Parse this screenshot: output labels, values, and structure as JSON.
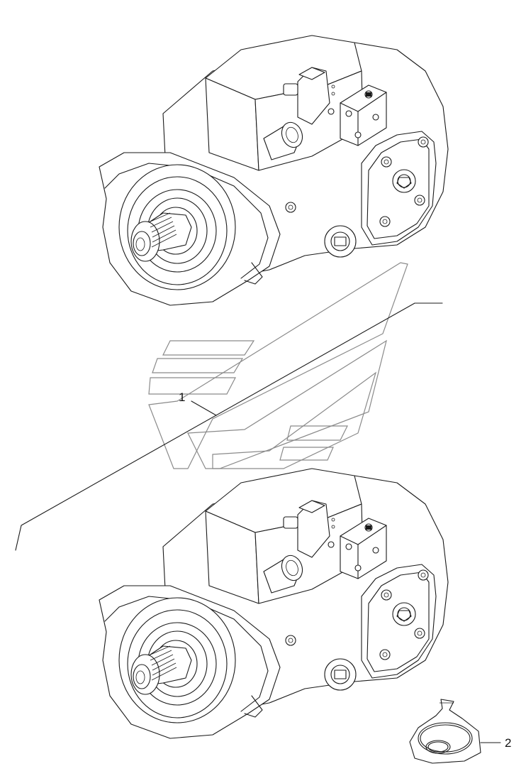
{
  "diagram": {
    "callouts": [
      {
        "id": "1",
        "label": "1"
      },
      {
        "id": "2",
        "label": "2"
      }
    ],
    "parts": [
      {
        "name": "hydraulic-pump-upper",
        "icon": "pump-icon"
      },
      {
        "name": "hydraulic-pump-lower",
        "icon": "pump-icon"
      },
      {
        "name": "seal-kit-bag",
        "icon": "bag-icon"
      }
    ],
    "watermark": {
      "icon": "logo-watermark-icon",
      "color": "#8a8a8a"
    }
  }
}
